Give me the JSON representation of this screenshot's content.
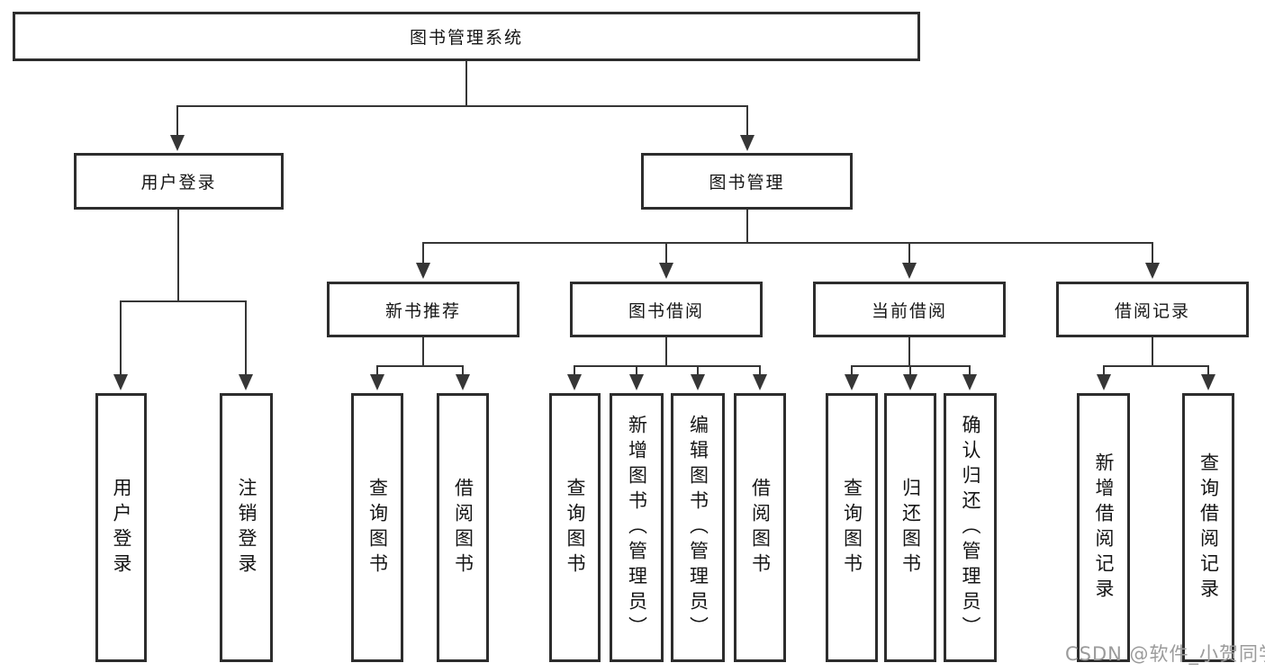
{
  "diagram_type": "tree",
  "hierarchy": {
    "root": "图书管理系统",
    "children": [
      {
        "label": "用户登录",
        "children": [
          "用户登录",
          "注销登录"
        ]
      },
      {
        "label": "图书管理",
        "children": [
          {
            "label": "新书推荐",
            "children": [
              "查询图书",
              "借阅图书"
            ]
          },
          {
            "label": "图书借阅",
            "children": [
              "查询图书",
              "新增图书（管理员）",
              "编辑图书（管理员）",
              "借阅图书"
            ]
          },
          {
            "label": "当前借阅",
            "children": [
              "查询图书",
              "归还图书",
              "确认归还（管理员）"
            ]
          },
          {
            "label": "借阅记录",
            "children": [
              "新增借阅记录",
              "查询借阅记录"
            ]
          }
        ]
      }
    ]
  },
  "watermark": "CSDN @软件_小贺同学",
  "colors": {
    "background": "#ffffff",
    "line": "#363636",
    "box_border": "#2d2d2d",
    "text": "#151515",
    "watermark": "#9b9b9b"
  }
}
